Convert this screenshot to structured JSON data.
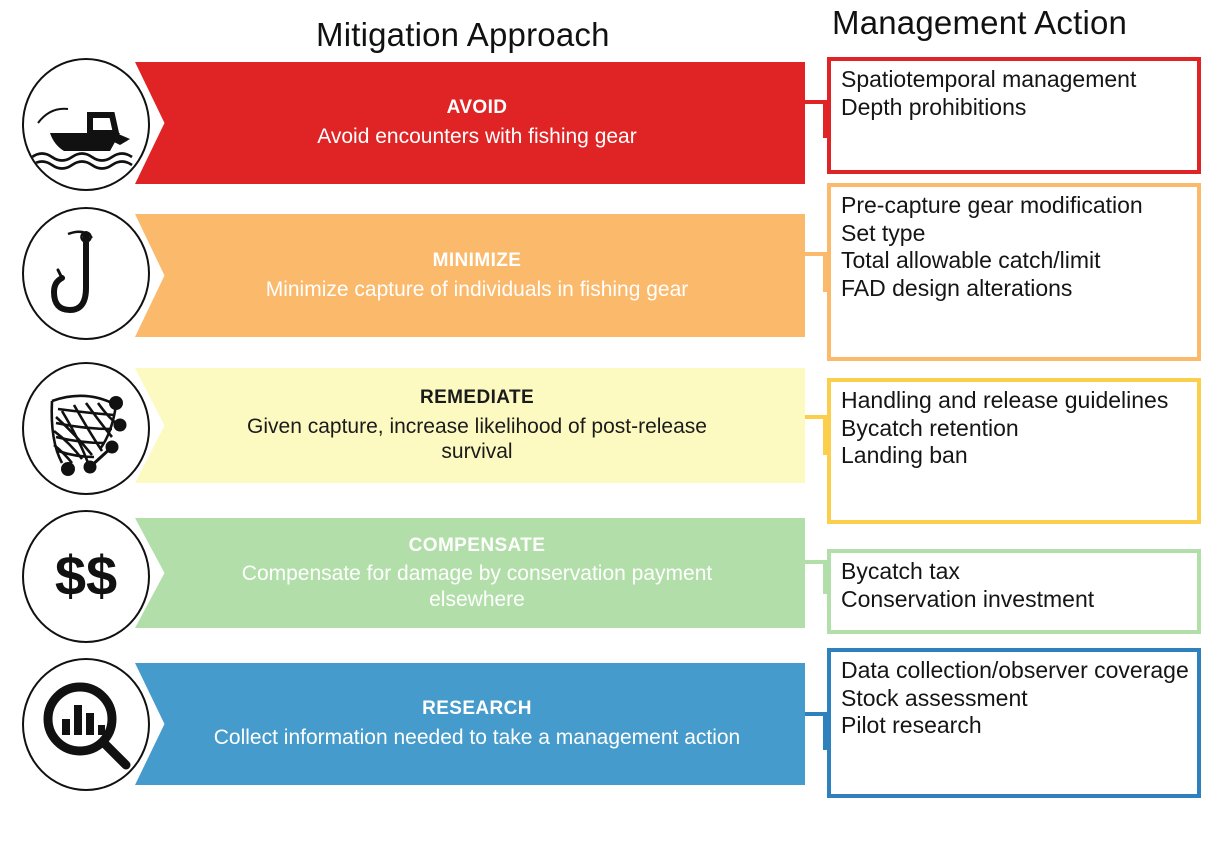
{
  "headers": {
    "left": "Mitigation Approach",
    "right": "Management Action"
  },
  "colors": {
    "avoid": "#E02425",
    "minimize": "#FBB96B",
    "remediate": "#FCFAC0",
    "remediate_border": "#FBCF4B",
    "compensate": "#B2DFA9",
    "research": "#459BCB",
    "text_dark": "#151515",
    "text_light": "#FFFFFF"
  },
  "rows": [
    {
      "id": "avoid",
      "icon": "fishing-boat-icon",
      "title": "AVOID",
      "description": "Avoid encounters with fishing gear",
      "actions": [
        "Spatiotemporal management",
        "Depth prohibitions"
      ]
    },
    {
      "id": "minimize",
      "icon": "fish-hook-icon",
      "title": "MINIMIZE",
      "description": "Minimize capture of individuals in fishing gear",
      "actions": [
        "Pre-capture gear modification",
        "Set type",
        "Total allowable catch/limit",
        "FAD design alterations"
      ]
    },
    {
      "id": "remediate",
      "icon": "fishing-net-icon",
      "title": "REMEDIATE",
      "description": "Given capture, increase likelihood of post-release survival",
      "actions": [
        "Handling and release guidelines",
        "Bycatch retention",
        "Landing ban"
      ]
    },
    {
      "id": "compensate",
      "icon": "dollar-signs-icon",
      "title": "COMPENSATE",
      "description": "Compensate for damage by conservation payment elsewhere",
      "actions": [
        "Bycatch tax",
        "Conservation investment"
      ]
    },
    {
      "id": "research",
      "icon": "magnifier-barchart-icon",
      "title": "RESEARCH",
      "description": "Collect information needed to take a management action",
      "actions": [
        "Data collection/observer coverage",
        "Stock assessment",
        "Pilot research"
      ]
    }
  ]
}
